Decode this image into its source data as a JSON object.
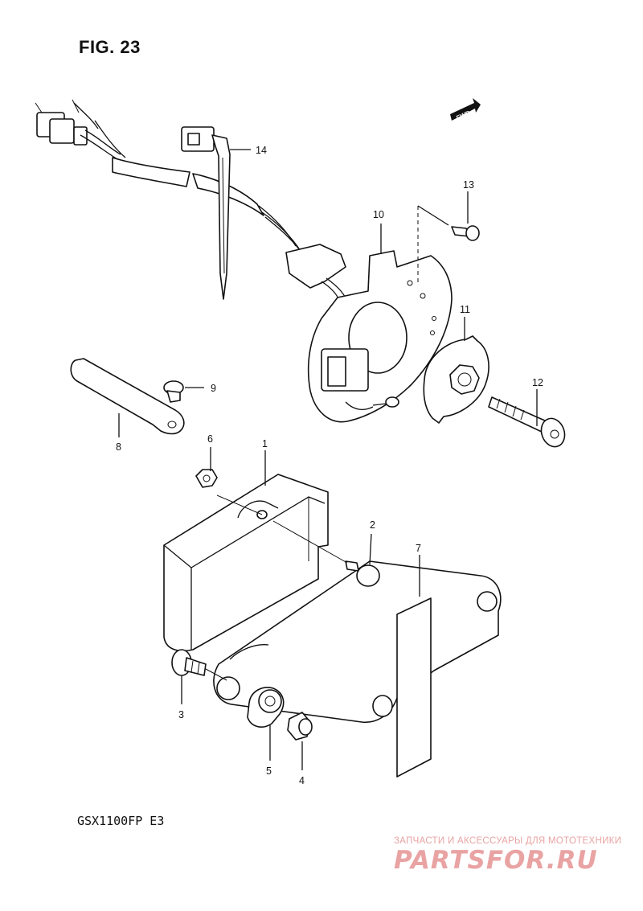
{
  "figure": {
    "title": "FIG. 23",
    "model_code": "GSX1100FP  E3",
    "fwd_label": "FWD"
  },
  "callouts": [
    {
      "id": "1",
      "text": "1"
    },
    {
      "id": "2",
      "text": "2"
    },
    {
      "id": "3",
      "text": "3"
    },
    {
      "id": "4",
      "text": "4"
    },
    {
      "id": "5",
      "text": "5"
    },
    {
      "id": "6",
      "text": "6"
    },
    {
      "id": "7",
      "text": "7"
    },
    {
      "id": "8",
      "text": "8"
    },
    {
      "id": "9",
      "text": "9"
    },
    {
      "id": "10",
      "text": "10"
    },
    {
      "id": "11",
      "text": "11"
    },
    {
      "id": "12",
      "text": "12"
    },
    {
      "id": "13",
      "text": "13"
    },
    {
      "id": "14",
      "text": "14"
    }
  ],
  "watermark": {
    "tagline": "ЗАПЧАСТИ И АКСЕССУАРЫ ДЛЯ МОТОТЕХНИКИ",
    "brand": "PARTSFOR.RU",
    "color": "#e9a3a3"
  }
}
